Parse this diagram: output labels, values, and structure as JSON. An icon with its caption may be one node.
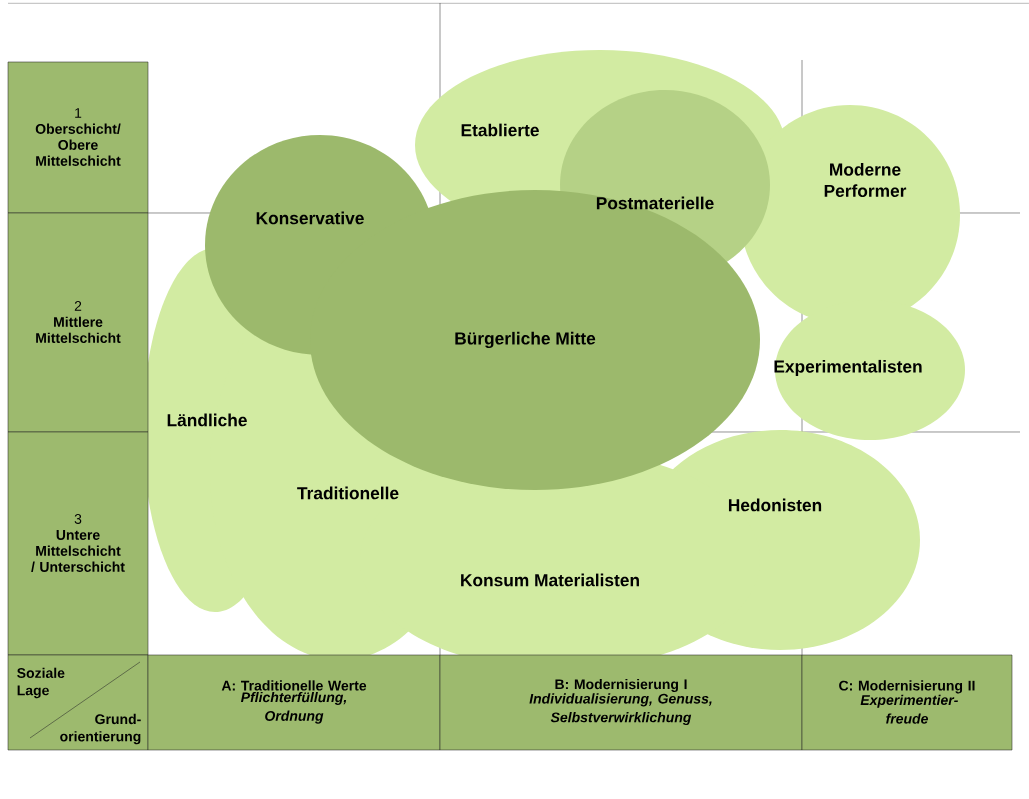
{
  "diagram": {
    "nodes": [
      {
        "text": [
          "1",
          "Oberschicht/ Obere Mittelschicht"
        ]
      },
      {
        "text": [
          "2",
          "Mittlere Mittelschicht"
        ]
      },
      {
        "text": [
          "3",
          "Untere Mittelschicht / Unterschicht"
        ]
      },
      {
        "text": [
          "Soziale Lage",
          "Grund-orientierung"
        ]
      },
      {
        "text": [
          "A: Traditionelle Werte",
          "Pflichterfüllung, Ordnung"
        ]
      },
      {
        "text": [
          "B: Modernisierung I",
          "Individualisierung, Genuss, Selbstverwirklichung"
        ]
      },
      {
        "text": [
          "C: Modernisierung II",
          "Experimentier-freude"
        ]
      },
      {
        "text": [
          "Etablierte"
        ]
      },
      {
        "text": [
          "Moderne Performer"
        ]
      },
      {
        "text": [
          "Postmaterielle"
        ]
      },
      {
        "text": [
          "Konservative"
        ]
      },
      {
        "text": [
          "Bürgerliche Mitte"
        ]
      },
      {
        "text": [
          "Ländliche"
        ]
      },
      {
        "text": [
          "Experimentalisten"
        ]
      },
      {
        "text": [
          "Traditionelle"
        ]
      },
      {
        "text": [
          "Hedonisten"
        ]
      },
      {
        "text": [
          "Konsum Materialisten"
        ]
      }
    ],
    "edges": []
  }
}
